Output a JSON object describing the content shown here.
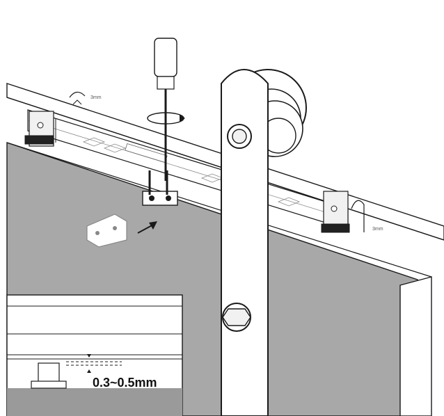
{
  "labels": {
    "gap_left": "3mm",
    "gap_right": "3mm",
    "clearance": "0.3~0.5mm"
  },
  "colors": {
    "door": "#a8a8a8",
    "door_edge": "#6f6f6f",
    "wall": "#ffffff",
    "line": "#1a1a1a",
    "detail_floor": "#9a9a9a"
  }
}
